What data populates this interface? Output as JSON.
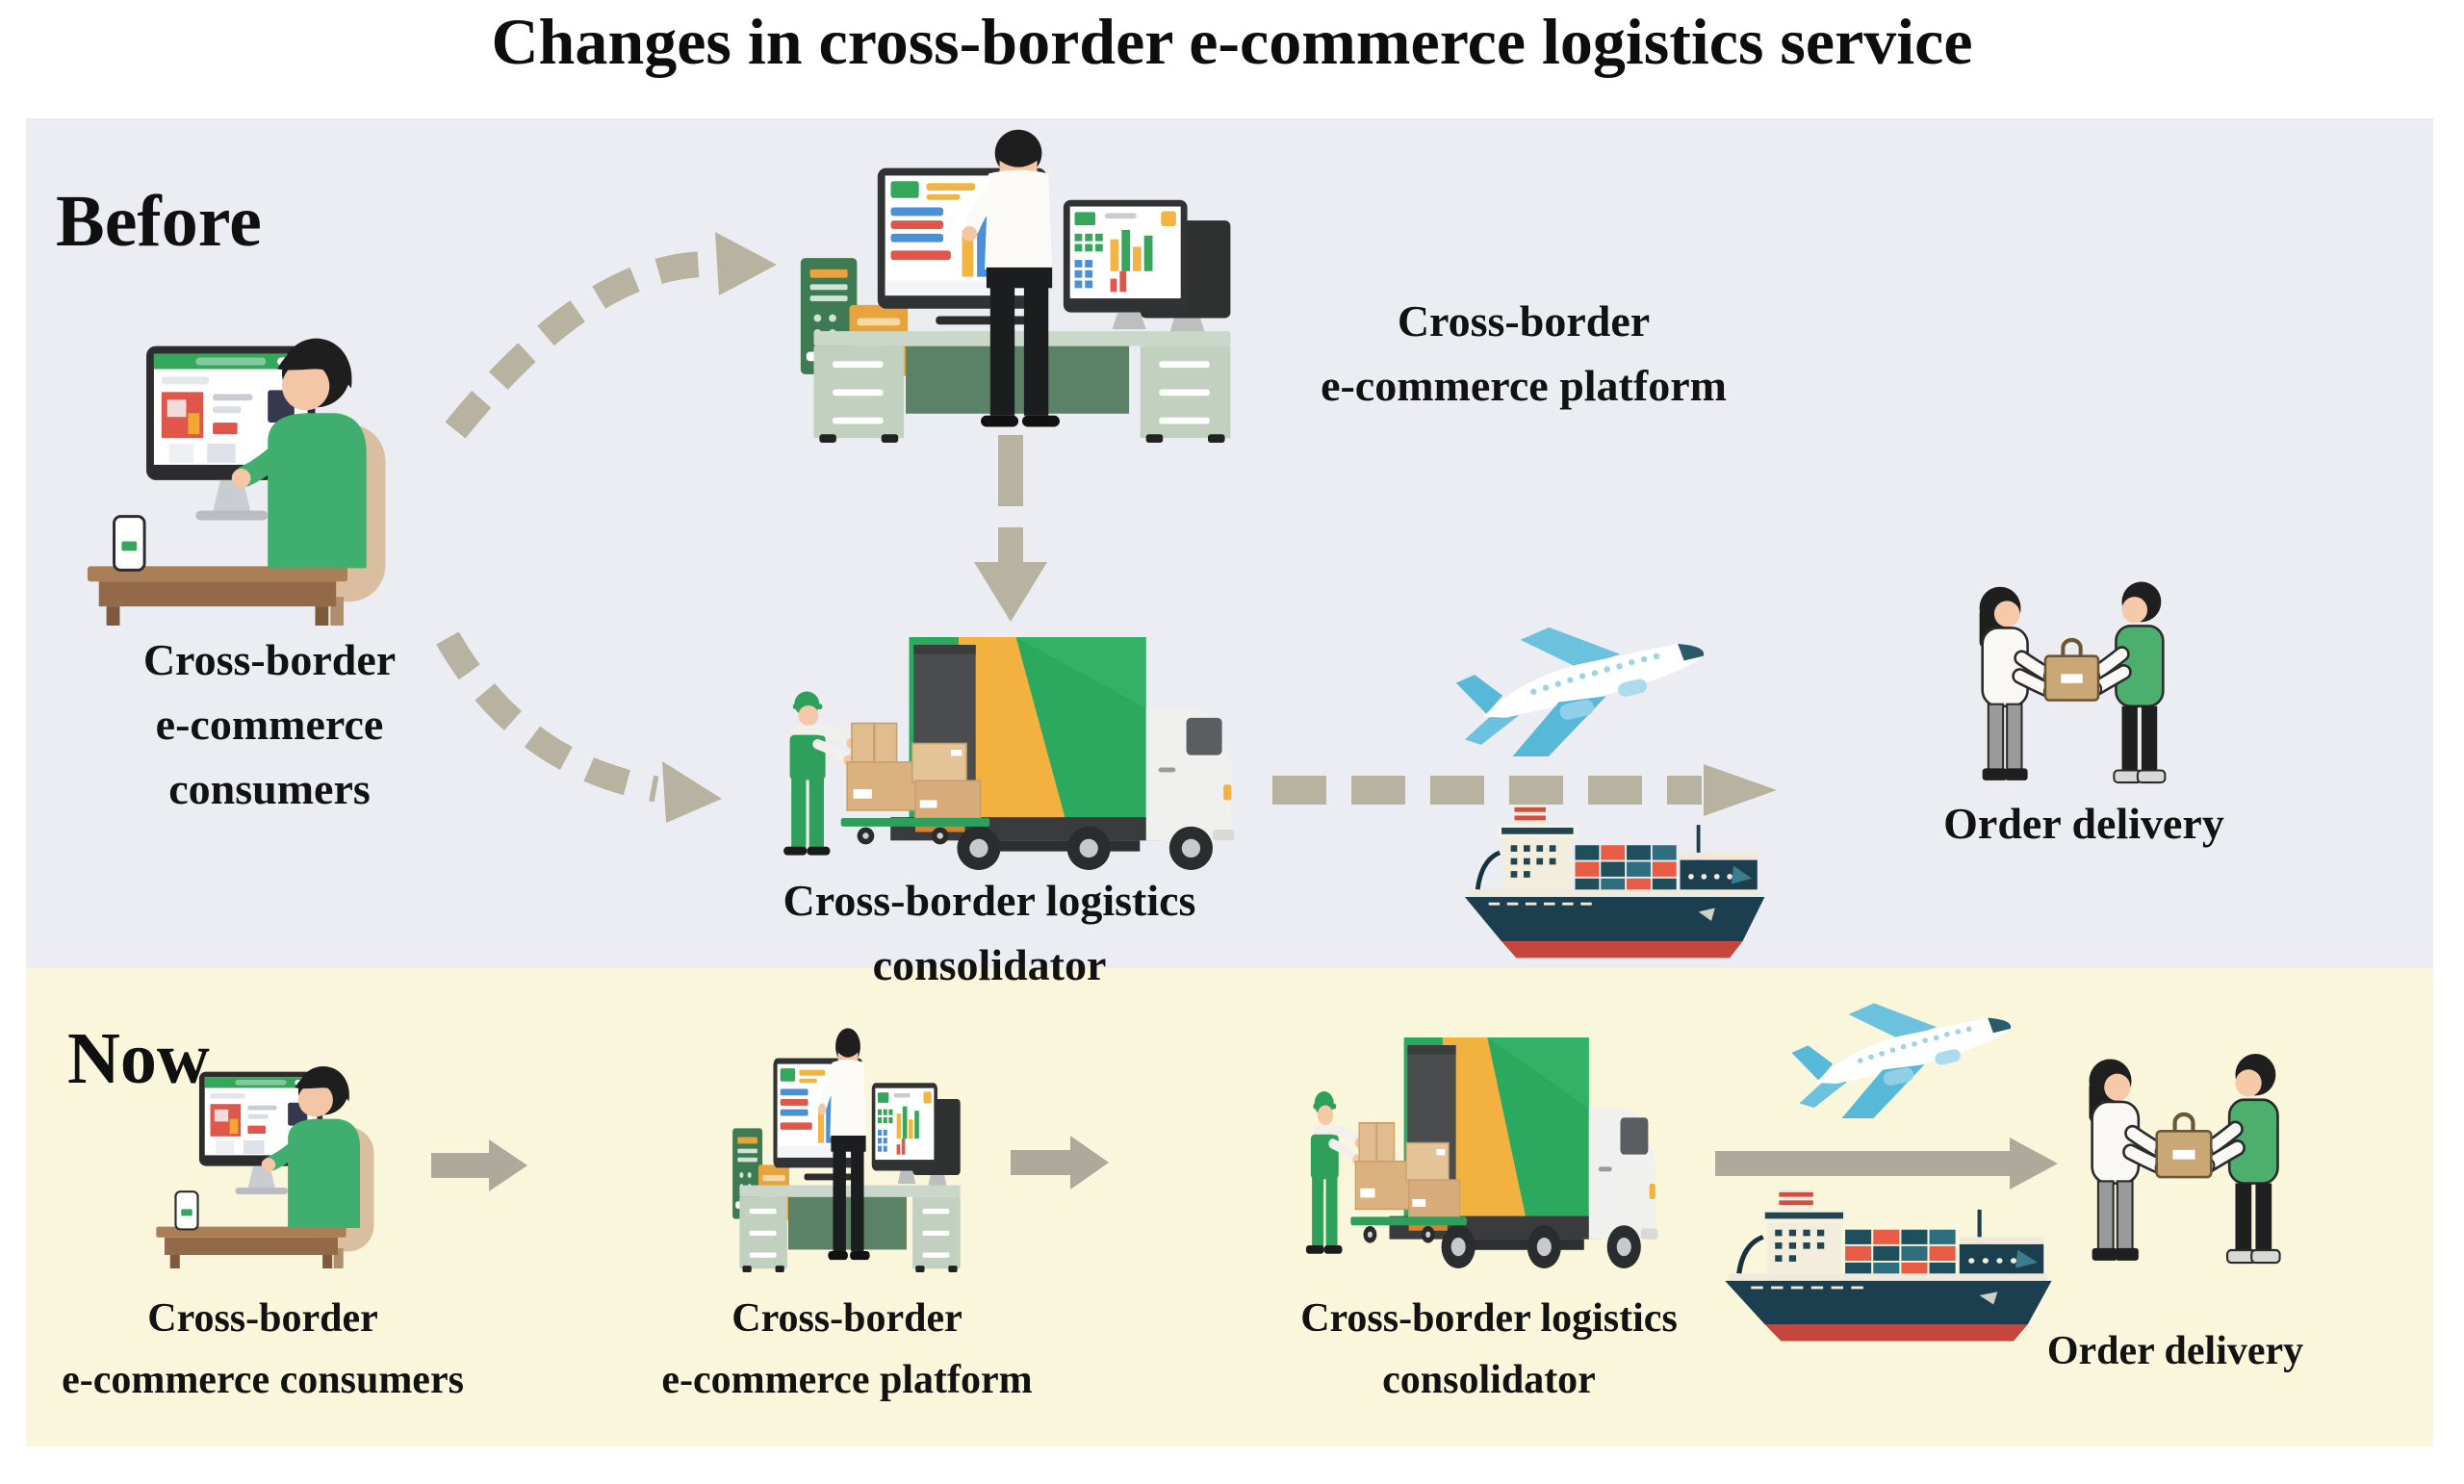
{
  "title": "Changes in cross-border e-commerce logistics service",
  "sections": {
    "before": {
      "label": "Before",
      "consumers": [
        "Cross-border",
        "e-commerce",
        "consumers"
      ],
      "platform": [
        "Cross-border",
        "e-commerce platform"
      ],
      "consolidator": [
        "Cross-border logistics",
        "consolidator"
      ],
      "delivery": "Order delivery"
    },
    "now": {
      "label": "Now",
      "consumers": [
        "Cross-border",
        "e-commerce consumers"
      ],
      "platform": [
        "Cross-border",
        "e-commerce platform"
      ],
      "consolidator": [
        "Cross-border logistics",
        "consolidator"
      ],
      "delivery": "Order delivery"
    }
  },
  "icons": {
    "consumer": "person-shopping-at-desktop-computer",
    "platform": "operator-at-dashboard-desk",
    "consolidator": "worker-loading-boxes-into-truck",
    "air_freight": "airplane",
    "sea_freight": "container-ship",
    "delivery": "package-handover-between-two-people",
    "flow_before": "dashed-arrows",
    "flow_now": "solid-arrows"
  },
  "colors": {
    "before_bg": "#ECEDF2",
    "now_bg": "#FAF6DC",
    "dashed_arrow": "#B7B3A0",
    "solid_arrow": "#ADAA9B",
    "truck_green": "#2BA95F",
    "truck_orange": "#F3B13F",
    "worker_green": "#2FA05C",
    "box_tan": "#DCB180",
    "plane_blue": "#57B8D8",
    "ship_hull": "#1C3F4F",
    "ship_red": "#C5463D",
    "vest_green": "#4CAF6E",
    "shirt_green": "#3FAE6E",
    "text": "#121212"
  }
}
